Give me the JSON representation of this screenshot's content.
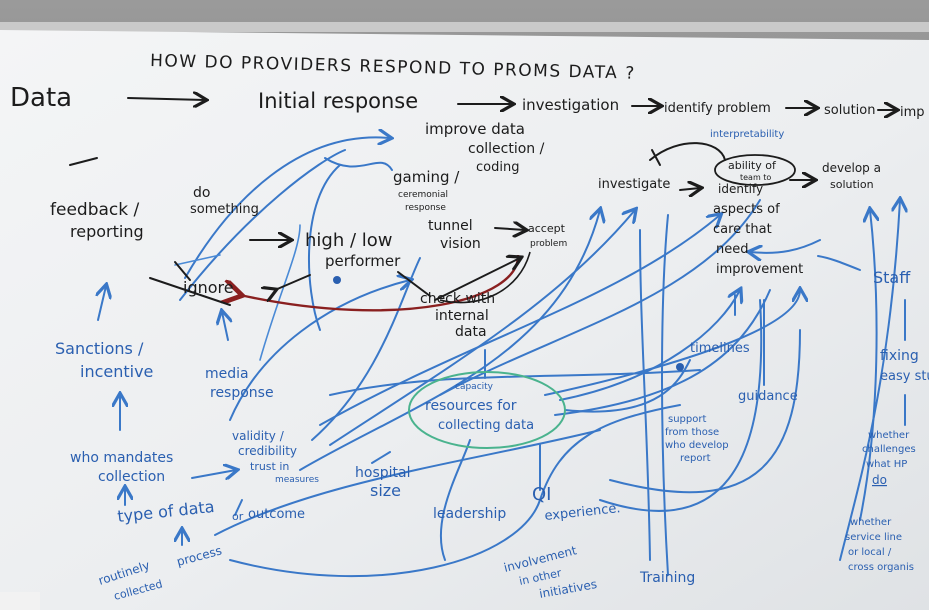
{
  "board": {
    "title": "HOW DO PROVIDERS RESPOND TO PROMS DATA ?",
    "top_row": {
      "data": "Data",
      "initial_response": "Initial response",
      "investigation": "investigation",
      "identify_problem": "identify problem",
      "solution": "solution",
      "cut_off": "imp"
    },
    "black_nodes": {
      "improve_data_1": "improve data",
      "improve_data_2": "collection /",
      "improve_data_3": "coding",
      "gaming_1": "gaming /",
      "gaming_2": "ceremonial",
      "gaming_3": "response",
      "do_something_1": "do",
      "do_something_2": "something",
      "feedback_1": "feedback /",
      "feedback_2": "reporting",
      "high_low_1": "high / low",
      "high_low_2": "performer",
      "tunnel_1": "tunnel",
      "tunnel_2": "vision",
      "accept_1": "accept",
      "accept_2": "problem",
      "ignore": "ignore",
      "check_1": "check with",
      "check_2": "internal",
      "check_3": "data",
      "investigate": "investigate",
      "ability_1": "ability of",
      "ability_2": "team to",
      "identify": "identify",
      "aspects_1": "aspects of",
      "aspects_2": "care that",
      "aspects_3": "need",
      "aspects_4": "improvement",
      "develop_1": "develop a",
      "develop_2": "solution"
    },
    "blue_nodes": {
      "interpretability": "interpretability",
      "sanctions_1": "Sanctions /",
      "sanctions_2": "incentive",
      "media_1": "media",
      "media_2": "response",
      "who_mandates_1": "who mandates",
      "who_mandates_2": "collection",
      "validity_1": "validity /",
      "validity_2": "credibility",
      "validity_3": "trust in",
      "validity_4": "measures",
      "capacity": "capacity",
      "resources_1": "resources for",
      "resources_2": "collecting data",
      "hospital_1": "hospital",
      "hospital_2": "size",
      "type_of_data": "type of data",
      "outcome_1": "or",
      "outcome_2": "outcome",
      "routinely_1": "routinely",
      "routinely_2": "collected",
      "process": "process",
      "leadership": "leadership",
      "qi": "QI",
      "experience": "experience.",
      "involvement_1": "involvement",
      "involvement_2": "in other",
      "involvement_3": "initiatives",
      "timelines": "timelines",
      "guidance": "guidance",
      "support_1": "support",
      "support_2": "from those",
      "support_3": "who develop",
      "support_4": "report",
      "training": "Training",
      "staff": "Staff",
      "fixing_1": "fixing",
      "fixing_2": "easy stu",
      "whether_1": "whether",
      "whether_2": "challenges",
      "whether_3": "what HP",
      "whether_4": "do",
      "service_1": "whether",
      "service_2": "service line",
      "service_3": "or local /",
      "service_4": "cross organis"
    }
  }
}
